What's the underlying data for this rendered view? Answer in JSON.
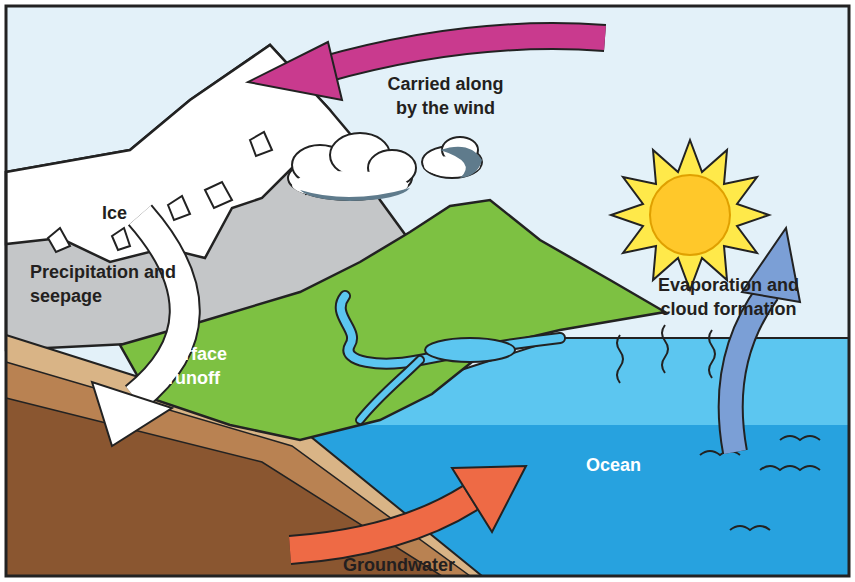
{
  "diagram": {
    "labels": [
      "Carried along by the wind",
      "Ice",
      "Precipitation and seepage",
      "Evaporation and cloud formation",
      "Surface runoff",
      "Ocean",
      "Groundwater"
    ]
  }
}
